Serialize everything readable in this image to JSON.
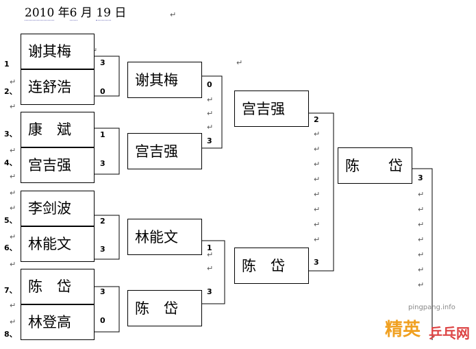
{
  "date": {
    "year": "2010",
    "y": "年",
    "month": "6",
    "m": "月",
    "day": "19",
    "d": "日"
  },
  "seeds": [
    "1",
    "2、",
    "3、",
    "4、",
    "5、",
    "6、",
    "7、",
    "8、"
  ],
  "round1": [
    {
      "a": "谢其梅",
      "b": "连舒浩",
      "sa": "3",
      "sb": "0"
    },
    {
      "a": "康　斌",
      "b": "宫吉强",
      "sa": "1",
      "sb": "3"
    },
    {
      "a": "李剑波",
      "b": "林能文",
      "sa": "2",
      "sb": "3"
    },
    {
      "a": "陈　岱",
      "b": "林登高",
      "sa": "3",
      "sb": "0"
    }
  ],
  "round2": [
    {
      "a": "谢其梅",
      "b": "宫吉强",
      "sa": "0",
      "sb": "3"
    },
    {
      "a": "林能文",
      "b": "陈　岱",
      "sa": "1",
      "sb": "3"
    }
  ],
  "final": {
    "a": "宫吉强",
    "b": "陈　岱",
    "sa": "2",
    "sb": "3"
  },
  "champion": {
    "name": "陈　　岱",
    "score": "3"
  },
  "watermark": {
    "site": "pingpang.info",
    "brand": "精英",
    "brand2": "乒乓网"
  }
}
